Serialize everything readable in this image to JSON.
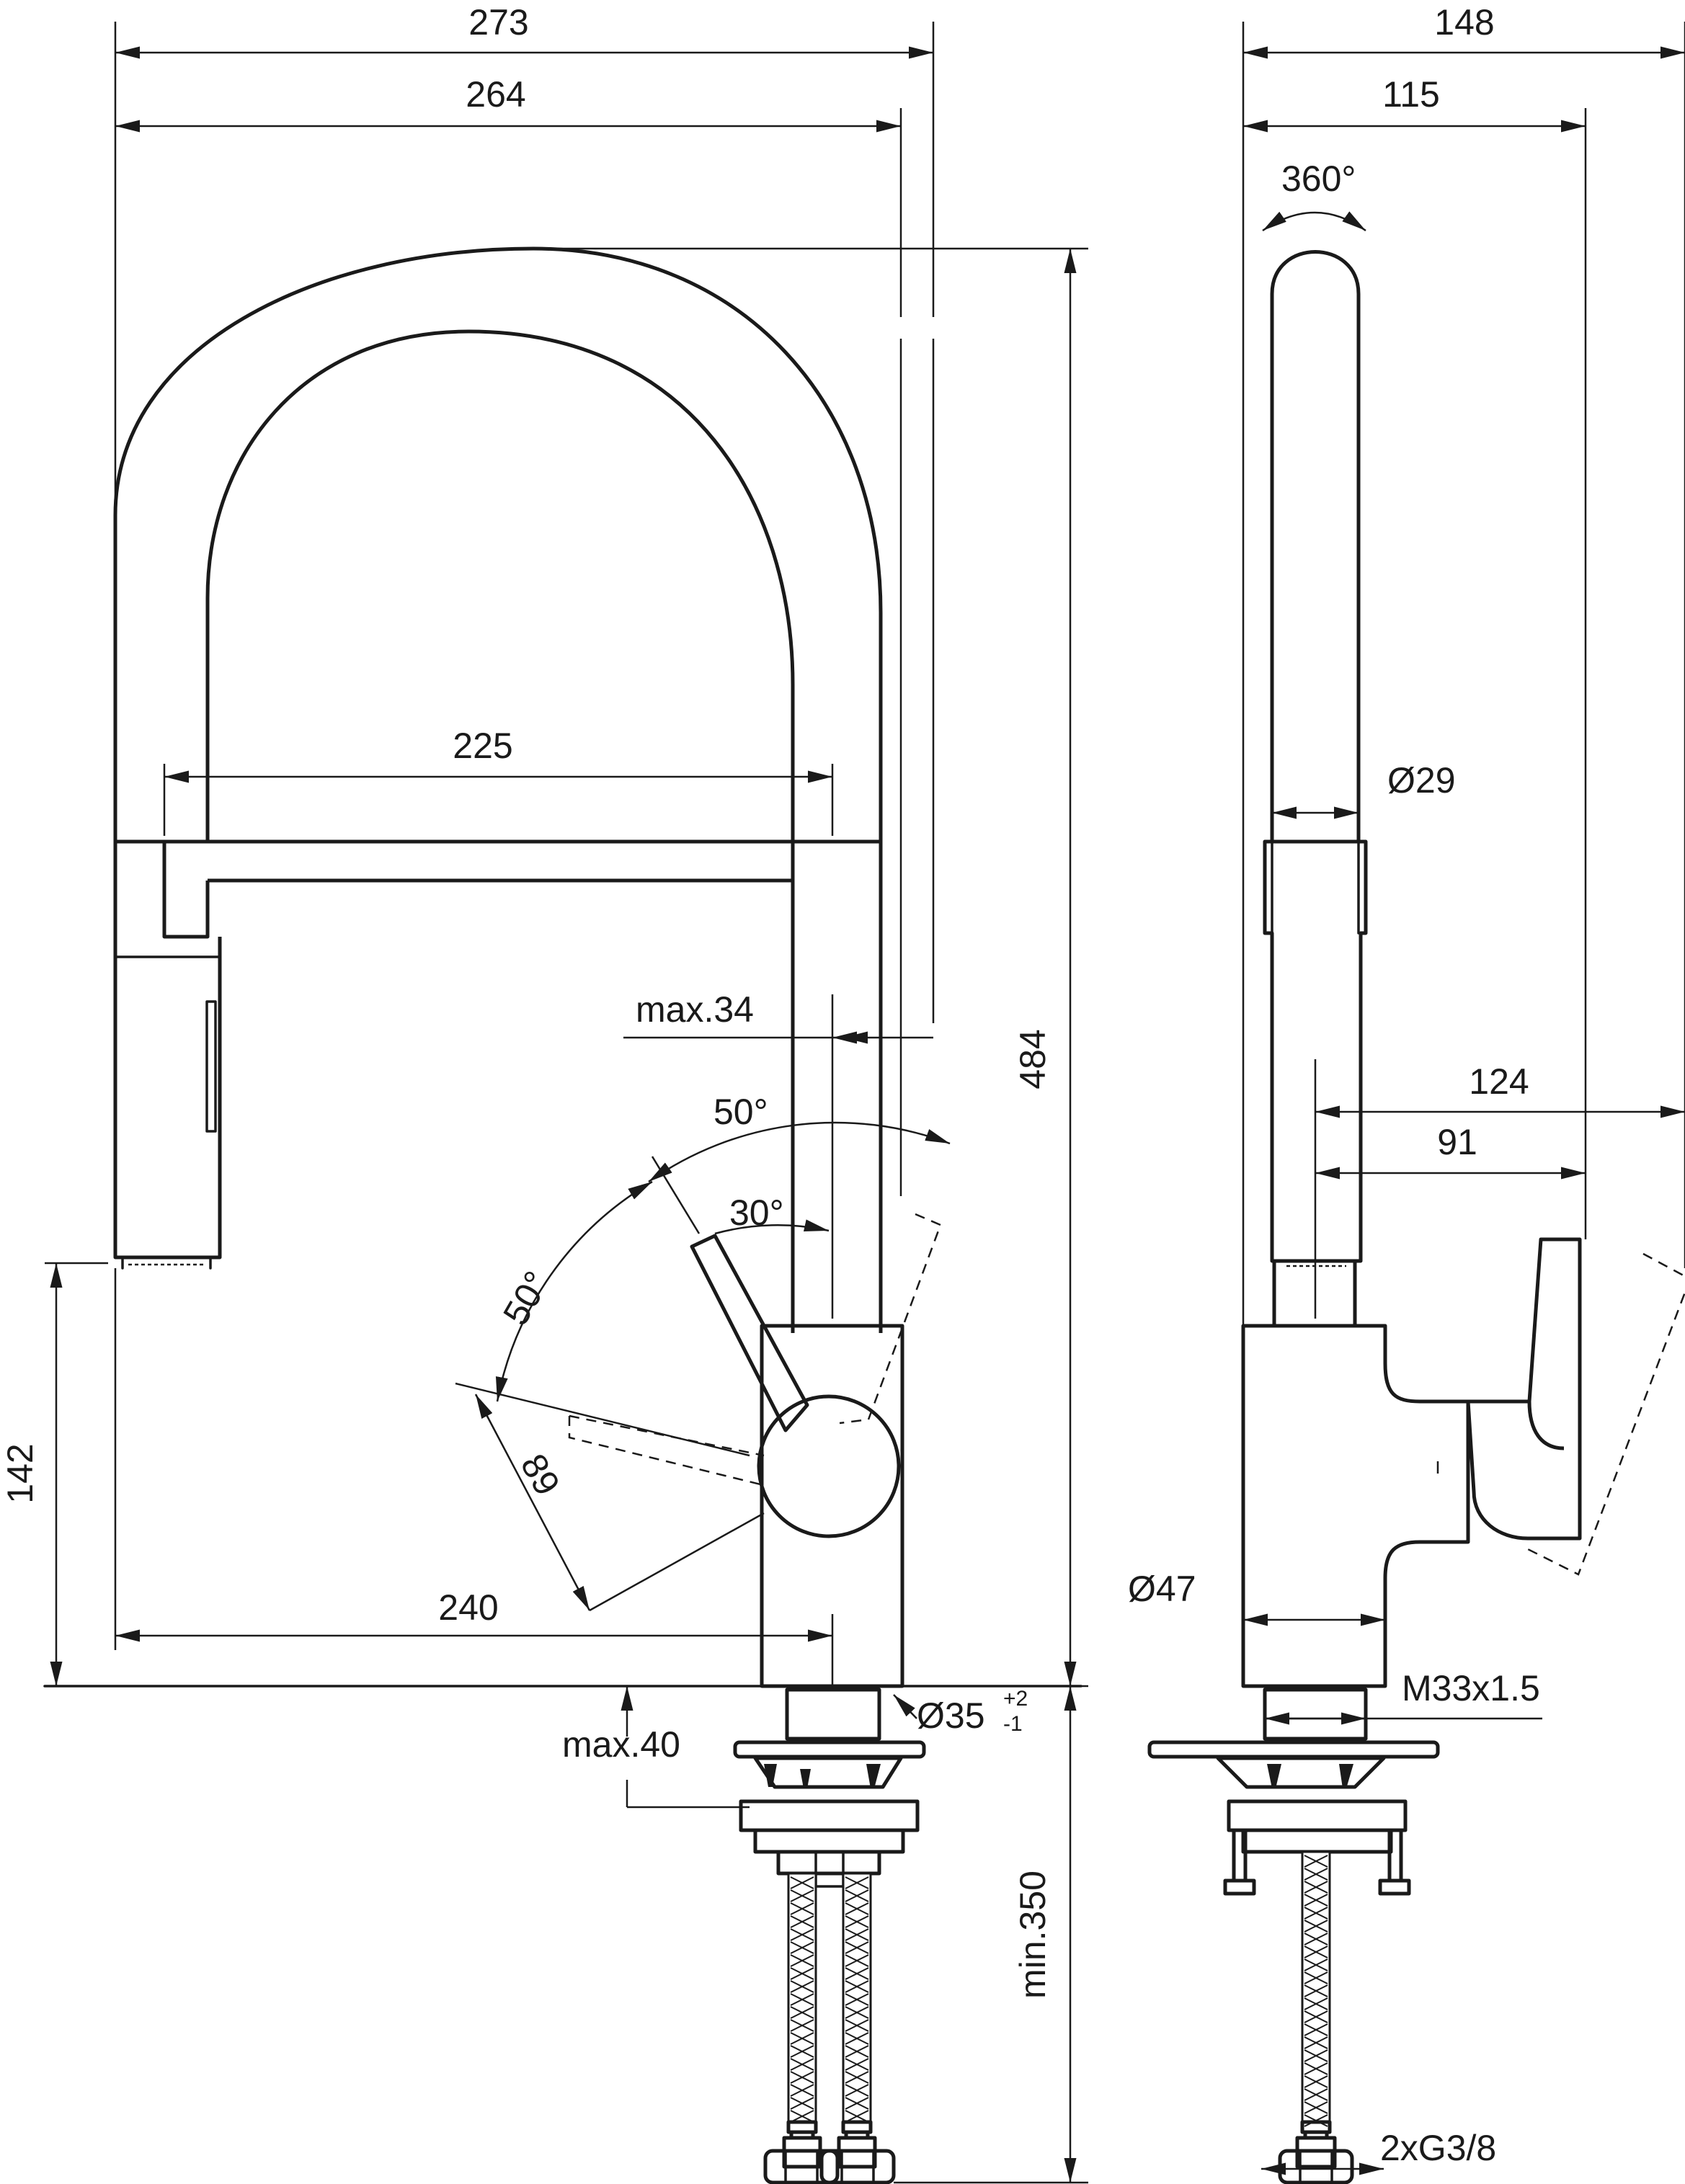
{
  "front_view": {
    "dimensions": {
      "overall_width": "273",
      "spout_reach": "264",
      "arch_inner_width": "225",
      "handle_clearance": "max.34",
      "handle_angle_back": "50°",
      "handle_angle_front": "50°",
      "handle_angle_open": "30°",
      "lever_length": "89",
      "overall_height": "484",
      "outlet_height": "142",
      "base_reach": "240",
      "counter_thickness": "max.40",
      "hole_diameter": "Ø35",
      "hole_tol_plus": "+2",
      "hole_tol_minus": "-1",
      "hose_length": "min.350"
    }
  },
  "side_view": {
    "dimensions": {
      "overall_depth": "148",
      "spout_depth": "115",
      "rotation": "360°",
      "spout_diameter": "Ø29",
      "handle_depth_max": "124",
      "handle_depth": "91",
      "body_diameter": "Ø47",
      "thread": "M33x1.5",
      "connections": "2xG3/8"
    }
  }
}
